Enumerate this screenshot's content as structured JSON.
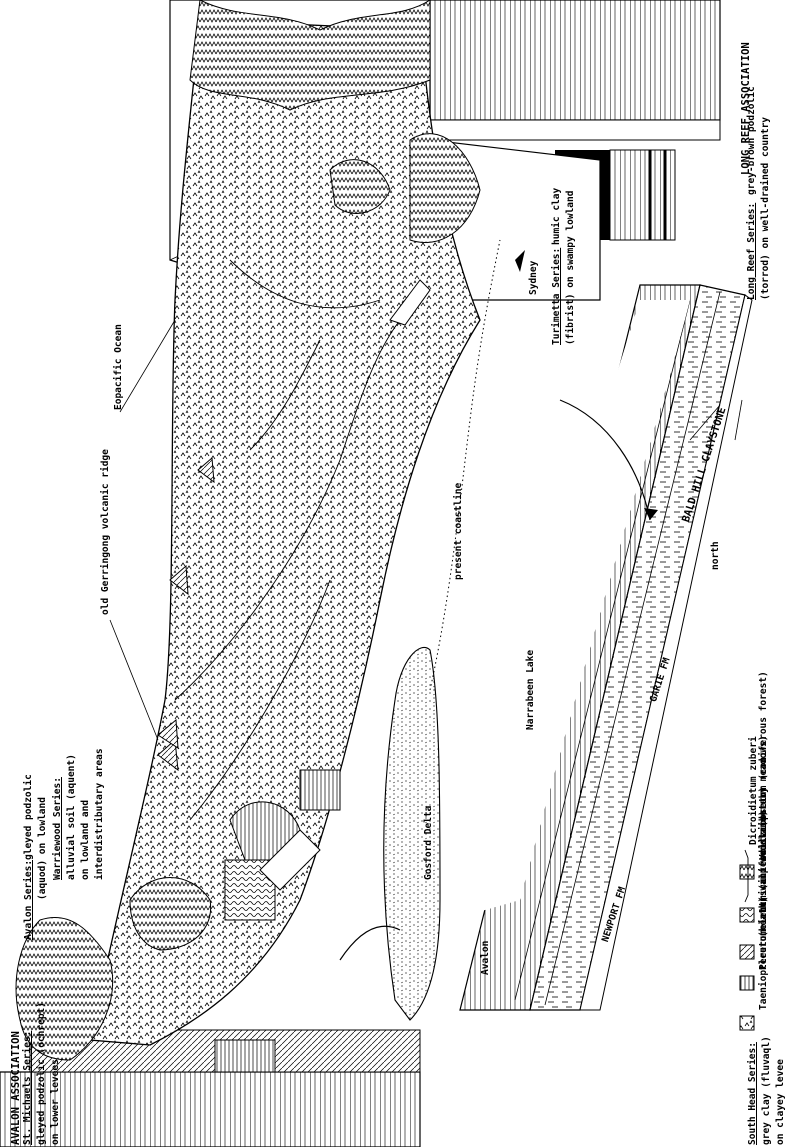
{
  "labels": {
    "avalon_association": "AVALON ASSOCIATION",
    "st_michaels_series": "St. Michaels Series:",
    "st_michaels_desc1": "gleyed podzolic (ochrept)",
    "st_michaels_desc2": "on lower levees",
    "avalon_series": "Avalon Series:",
    "avalon_series_desc": "gleyed podzolic",
    "avalon_series_desc2": "(aquod) on lowland",
    "warriewood_series": "Warriewood Series:",
    "warriewood_desc1": "alluvial soil (aquent)",
    "warriewood_desc2": "on lowland and",
    "warriewood_desc3": "interdistributary areas",
    "south_head_series": "South Head Series:",
    "south_head_desc1": "grey clay (fluvaql)",
    "south_head_desc2": "on clayey levee",
    "gosford_delta": "Gosford Delta",
    "avalon": "Avalon",
    "newport_fm": "NEWPORT FM",
    "garie_fm": "GARIE FM",
    "bald_hill_claystone": "BALD HILL CLAYSTONE",
    "narrabeen_lake": "Narrabeen Lake",
    "present_coastline": "present coastline",
    "old_gerringong": "old Gerringong volcanic ridge",
    "eopacific_ocean": "Eopacific Ocean",
    "north": "north",
    "sydney": "Sydney",
    "long_reef_association": "LONG REEF ASSOCIATION",
    "long_reef_series": "Long Reef Series:",
    "long_reef_desc": "grey-brown podzolic",
    "long_reef_desc2": "(torrod) on well-drained country",
    "turimetta_series": "Turimetta Series:",
    "turimetta_desc": "humic clay",
    "turimetta_desc2": "(fibrist) on swampy lowland"
  },
  "legend": [
    {
      "pattern": "scrub",
      "text": "Taeniopteretum lentriculiformis (scrub)"
    },
    {
      "pattern": "meadow",
      "text": "Pleuromeietum (interdistributary meadows)"
    },
    {
      "pattern": "heath",
      "text": "(heath)"
    },
    {
      "pattern": "swamp",
      "text": "(swamp woodland)"
    },
    {
      "pattern": "forest",
      "text": "Voltziopsetum (coniferous forest)"
    }
  ],
  "legend_brace_label": "Dicroidietum zuberi"
}
